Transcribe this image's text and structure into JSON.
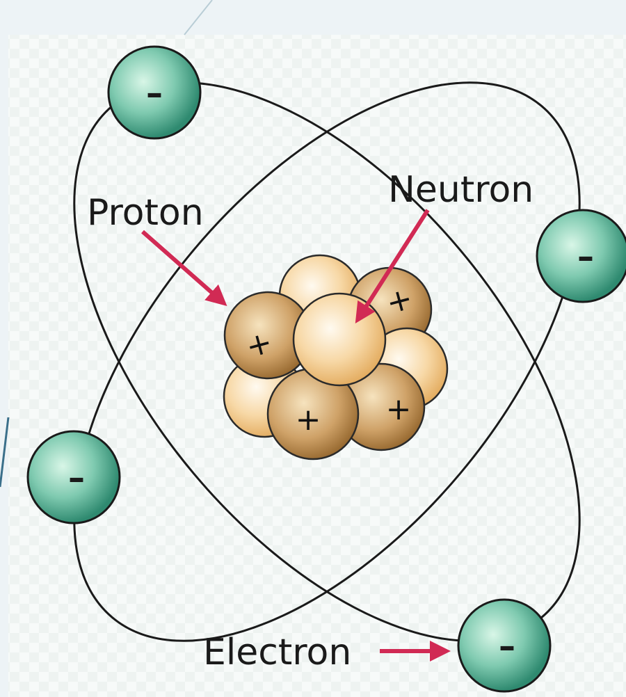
{
  "labels": {
    "proton": "Proton",
    "neutron": "Neutron",
    "electron": "Electron"
  },
  "signs": {
    "proton_sign": "+",
    "electron_sign": "–"
  },
  "colors": {
    "background": "#edf3f6",
    "panel": "#f6f9f8",
    "orbit": "#1a1a1a",
    "arrow": "#d12a54",
    "electron_fill_light": "#c9f0dd",
    "electron_fill_dark": "#3e9d83",
    "proton_fill_light": "#f1d6a4",
    "proton_fill_dark": "#a87a3f",
    "neutron_fill_light": "#fff4e0",
    "neutron_fill_dark": "#e8b46c"
  }
}
